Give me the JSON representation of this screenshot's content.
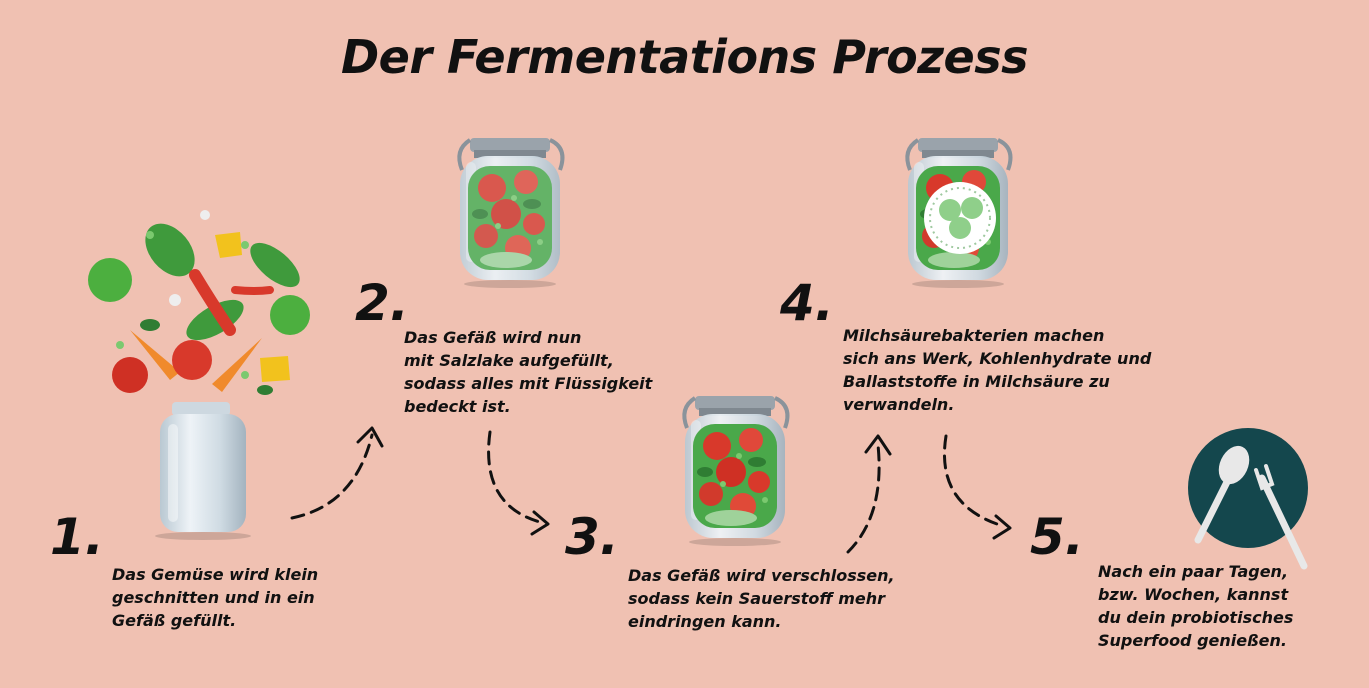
{
  "title": "Der Fermentations Prozess",
  "steps": [
    {
      "number": "1.",
      "lines": [
        "Das Gemüse wird klein",
        "geschnitten und in ein",
        "Gefäß gefüllt."
      ]
    },
    {
      "number": "2.",
      "lines": [
        "Das Gefäß wird nun",
        "mit Salzlake aufgefüllt,",
        "sodass alles mit Flüssigkeit",
        "bedeckt ist."
      ]
    },
    {
      "number": "3.",
      "lines": [
        "Das Gefäß wird verschlossen,",
        "sodass kein Sauerstoff mehr",
        "eindringen kann."
      ]
    },
    {
      "number": "4.",
      "lines": [
        "Milchsäurebakterien machen",
        "sich ans Werk, Kohlenhydrate und",
        "Ballaststoffe in Milchsäure zu",
        "verwandeln."
      ]
    },
    {
      "number": "5.",
      "lines": [
        "Nach ein paar Tagen,",
        "bzw. Wochen, kannst",
        "du dein probiotisches",
        "Superfood genießen."
      ]
    }
  ],
  "colors": {
    "background": "#f0c1b2",
    "plate": "#14474d",
    "tomato": "#d8392b",
    "leaf": "#3f9a3c"
  },
  "icons": [
    "vegetables-icon",
    "empty-jar-icon",
    "brine-jar-icon",
    "sealed-jar-icon",
    "bacteria-jar-icon",
    "plate-cutlery-icon",
    "dashed-arrow-icon"
  ]
}
